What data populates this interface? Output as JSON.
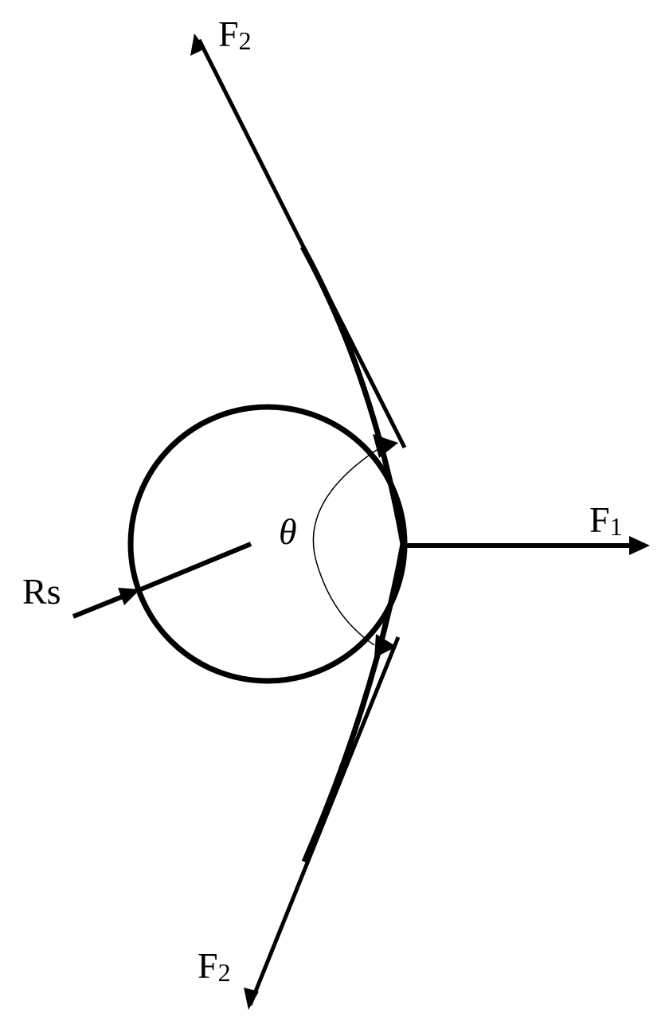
{
  "labels": {
    "f2_top": {
      "main": "F",
      "sub": "2"
    },
    "f2_bottom": {
      "main": "F",
      "sub": "2"
    },
    "f1": {
      "main": "F",
      "sub": "1"
    },
    "theta": "θ",
    "rs": "Rs"
  },
  "colors": {
    "stroke": "#000000",
    "background": "#ffffff"
  }
}
